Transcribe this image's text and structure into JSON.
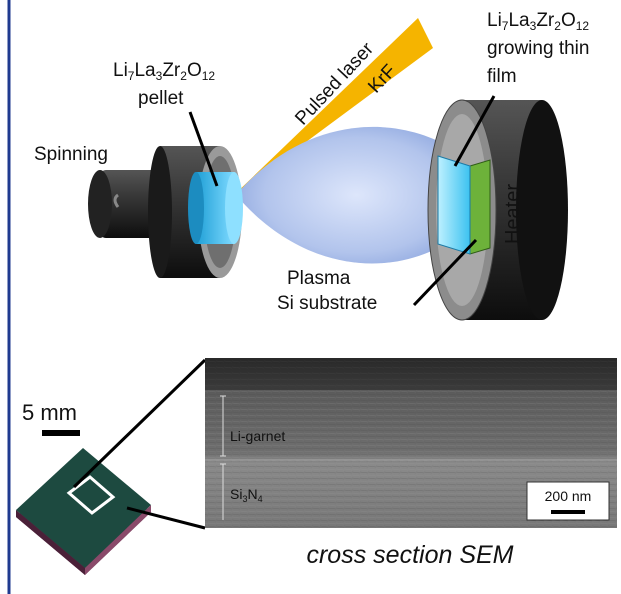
{
  "labels": {
    "pellet_formula": "Li7La3Zr2O12",
    "pellet": "pellet",
    "spinning": "Spinning",
    "pulsed_laser": "Pulsed laser",
    "krf": "KrF",
    "film_formula": "Li7La3Zr2O12",
    "growing_thin": "growing thin",
    "film": "film",
    "heater": "Heater",
    "plasma": "Plasma",
    "si_substrate": "Si substrate",
    "scale_5mm": "5 mm",
    "sem_li_garnet": "Li-garnet",
    "sem_si3n4": "Si3N4",
    "sem_scale": "200 nm",
    "caption": "cross section SEM"
  },
  "colors": {
    "frame": "#1f3a8f",
    "laser": "#f5b400",
    "pellet": "#3cc2f0",
    "plasma": "#b9c9ee",
    "heater_body": "#2a2a2a",
    "heater_face": "#8c8c8c",
    "substrate": "#6db23a",
    "chip": "#1d4a40"
  }
}
